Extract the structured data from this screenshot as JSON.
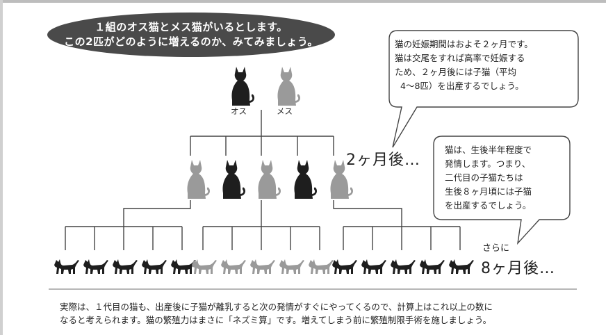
{
  "banner": {
    "line1": "１組のオス猫とメス猫がいるとします。",
    "line2": "この2匹がどのように増えるのか、みてみましょう。"
  },
  "parents": {
    "male_label": "オス",
    "female_label": "メス"
  },
  "bubble1": {
    "lines": [
      "猫の妊娠期間はおよそ２ヶ月です。",
      "猫は交尾をすれば高率で妊娠する",
      "ため、２ヶ月後には子猫（平均",
      "4～8匹）を出産するでしょう。"
    ]
  },
  "bubble2": {
    "lines": [
      "猫は、生後半年程度で",
      "発情します。つまり、",
      "二代目の子猫たちは",
      "生後８ヶ月頃には子猫",
      "を出産するでしょう。"
    ]
  },
  "gen1_label": "2ヶ月後…",
  "gen2_prefix": "さらに",
  "gen2_label": "8ヶ月後…",
  "footer": {
    "line1": "実際は、１代目の猫も、出産後に子猫が離乳すると次の発情がすぐにやってくるので、計算上はこれ以上の数に",
    "line2": "なると考えられます。猫の繁殖力はまさに「ネズミ算」です。増えてしまう前に繁殖制限手術を施しましょう。"
  },
  "colors": {
    "banner_fill": "#4a4a4a",
    "dark_cat": "#1e1e1e",
    "light_cat": "#9a9a9a",
    "line": "#444444"
  },
  "icons": {
    "sitting_cat": "cat-sitting-icon",
    "walking_cat": "cat-walking-icon"
  }
}
